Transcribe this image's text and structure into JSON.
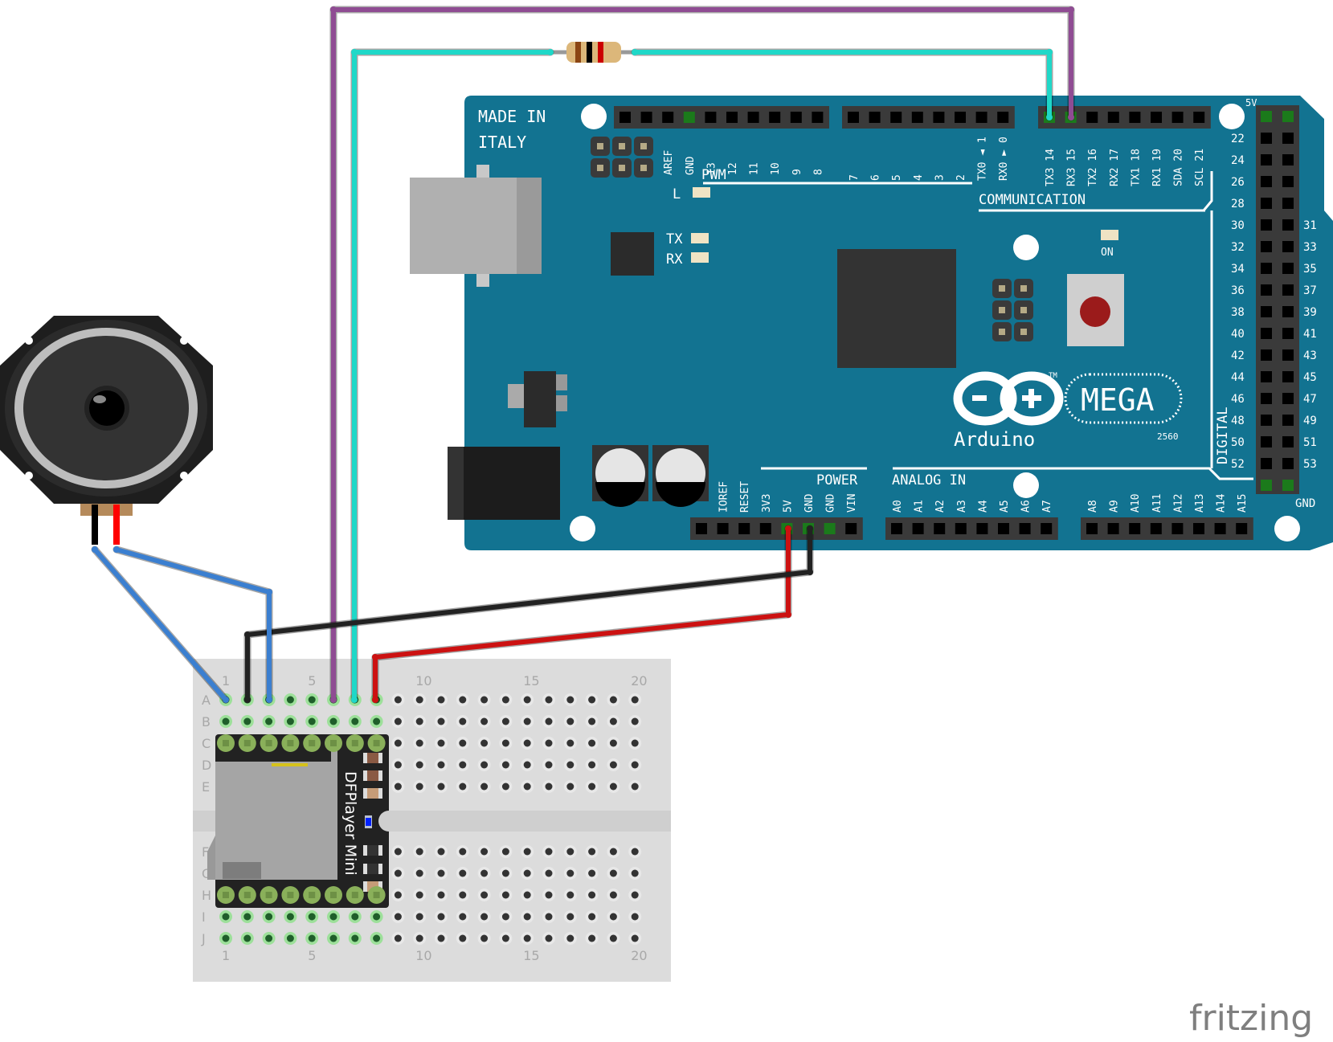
{
  "diagram": {
    "type": "breadboard-wiring",
    "watermark": "fritzing",
    "arduino": {
      "name": "Arduino",
      "model": "MEGA",
      "model_number": "2560",
      "trademark": "TM",
      "made_in": [
        "MADE IN",
        "ITALY"
      ],
      "colors": {
        "board": "#127391",
        "header": "#3a3a3a",
        "silk": "#ffffff"
      },
      "labels": {
        "pwm": "PWM",
        "communication": "COMMUNICATION",
        "power": "POWER",
        "analog_in": "ANALOG IN",
        "digital": "DIGITAL",
        "led_l": "L",
        "led_tx": "TX",
        "led_rx": "RX",
        "led_on": "ON",
        "header_5v": "5V",
        "header_gnd": "GND"
      },
      "top_header_left": [
        "AREF",
        "GND",
        "13",
        "12",
        "11",
        "10",
        "9",
        "8"
      ],
      "top_header_mid": [
        "7",
        "6",
        "5",
        "4",
        "3",
        "2",
        "TX0 ◄ 1",
        "RX0 ► 0"
      ],
      "top_header_comm": [
        "TX3 14",
        "RX3 15",
        "TX2 16",
        "RX2 17",
        "TX1 18",
        "RX1 19",
        "SDA 20",
        "SCL 21"
      ],
      "right_header_left": [
        "22",
        "24",
        "26",
        "28",
        "30",
        "32",
        "34",
        "36",
        "38",
        "40",
        "42",
        "44",
        "46",
        "48",
        "50",
        "52"
      ],
      "right_header_right": [
        "31",
        "33",
        "35",
        "37",
        "39",
        "41",
        "43",
        "45",
        "47",
        "49",
        "51",
        "53"
      ],
      "power_header": [
        "IOREF",
        "RESET",
        "3V3",
        "5V",
        "GND",
        "GND",
        "VIN"
      ],
      "analog_header_1": [
        "A0",
        "A1",
        "A2",
        "A3",
        "A4",
        "A5",
        "A6",
        "A7"
      ],
      "analog_header_2": [
        "A8",
        "A9",
        "A10",
        "A11",
        "A12",
        "A13",
        "A14",
        "A15"
      ]
    },
    "dfplayer": {
      "label": "DFPlayer Mini",
      "colors": {
        "board": "#222222",
        "pad": "#8ab05a"
      }
    },
    "breadboard": {
      "rows_top": [
        "A",
        "B",
        "C",
        "D",
        "E"
      ],
      "rows_bottom": [
        "F",
        "G",
        "H",
        "I",
        "J"
      ],
      "column_labels": [
        "1",
        "5",
        "10",
        "15",
        "20"
      ],
      "columns": 20
    },
    "speaker": {
      "label": "Speaker"
    },
    "resistor": {
      "bands": [
        "#8b4513",
        "#000000",
        "#cc0000"
      ]
    },
    "wires": [
      {
        "name": "rx3-to-breadboard",
        "color": "#8f4c93",
        "from": "RX3 15",
        "to": "A6"
      },
      {
        "name": "tx3-via-resistor",
        "color": "#1fd8c8",
        "from": "TX3 14",
        "to": "A7"
      },
      {
        "name": "5v-power",
        "color": "#cc1111",
        "from": "5V",
        "to": "A8"
      },
      {
        "name": "ground",
        "color": "#222222",
        "from": "GND",
        "to": "A2"
      },
      {
        "name": "speaker-neg",
        "color": "#3b7fd0",
        "from": "speaker-black",
        "to": "A1"
      },
      {
        "name": "speaker-pos",
        "color": "#3b7fd0",
        "from": "speaker-red",
        "to": "A3"
      }
    ]
  }
}
